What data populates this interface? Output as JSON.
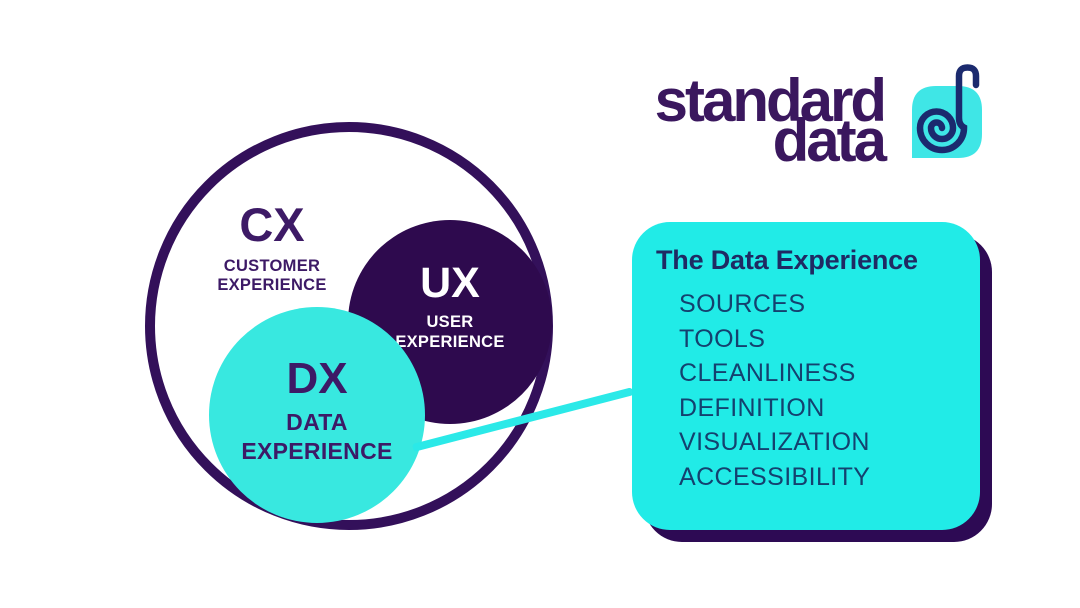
{
  "logo": {
    "word_top": "standard",
    "word_bottom": "data",
    "icon": "leaf-note-icon",
    "text_color": "#3A175E",
    "icon_color": "#3FE6E6"
  },
  "venn": {
    "cx": {
      "abbr": "CX",
      "sub1": "CUSTOMER",
      "sub2": "EXPERIENCE"
    },
    "ux": {
      "abbr": "UX",
      "sub1": "USER",
      "sub2": "EXPERIENCE"
    },
    "dx": {
      "abbr": "DX",
      "sub1": "DATA",
      "sub2": "EXPERIENCE"
    }
  },
  "callout": {
    "title": "The Data Experience",
    "items": [
      "SOURCES",
      "TOOLS",
      "CLEANLINESS",
      "DEFINITION",
      "VISUALIZATION",
      "ACCESSIBILITY"
    ]
  },
  "colors": {
    "purple_dark": "#2E0A4E",
    "purple_outline": "#33105A",
    "purple_text": "#3D1A66",
    "cyan": "#38E8E0",
    "navy_title": "#1F2A63",
    "navy_items": "#14416F",
    "background": "#FFFFFF"
  }
}
